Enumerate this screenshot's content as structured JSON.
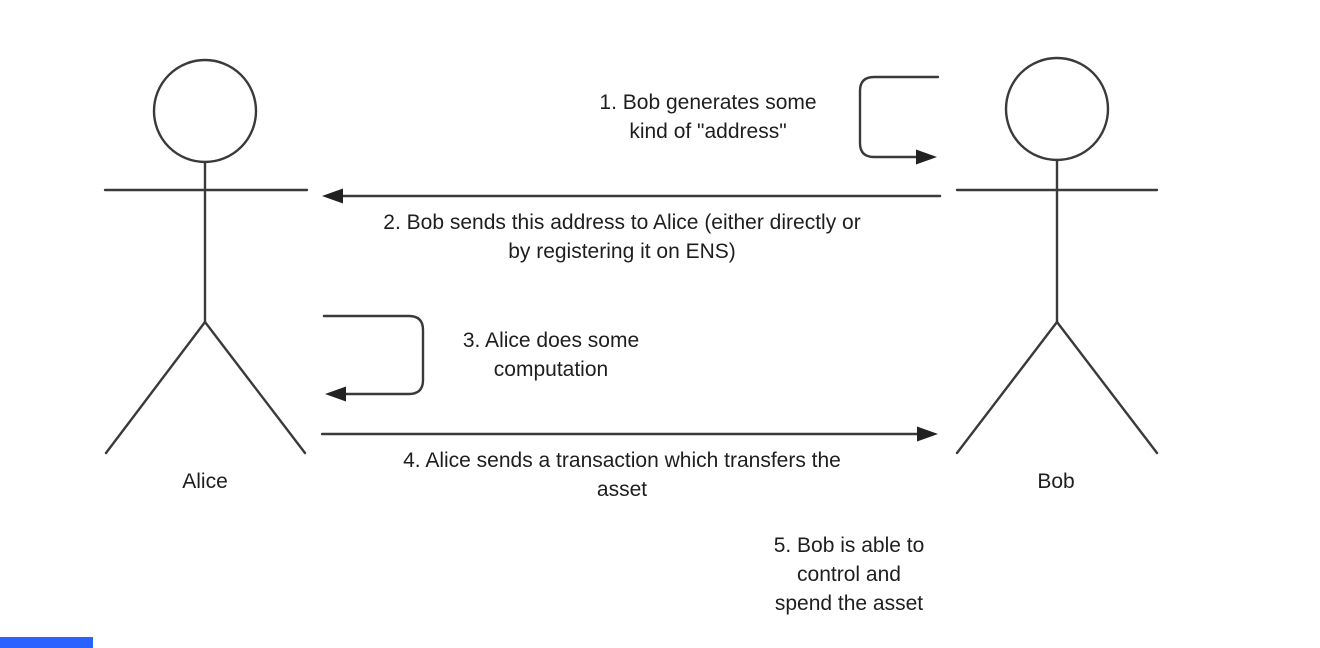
{
  "colors": {
    "background": "#ffffff",
    "stroke": "#3a3a3a",
    "text": "#1e1e1e",
    "accent_bar": "#2962ff"
  },
  "actors": {
    "alice": {
      "label": "Alice"
    },
    "bob": {
      "label": "Bob"
    }
  },
  "steps": {
    "step1": {
      "label": "1. Bob generates some\nkind of \"address\""
    },
    "step2": {
      "label": "2. Bob sends this address to Alice (either directly or\nby registering it on ENS)"
    },
    "step3": {
      "label": "3. Alice does some\ncomputation"
    },
    "step4": {
      "label": "4. Alice sends a transaction which transfers the\nasset"
    },
    "step5": {
      "label": "5. Bob is able to\ncontrol and\nspend the asset"
    }
  }
}
